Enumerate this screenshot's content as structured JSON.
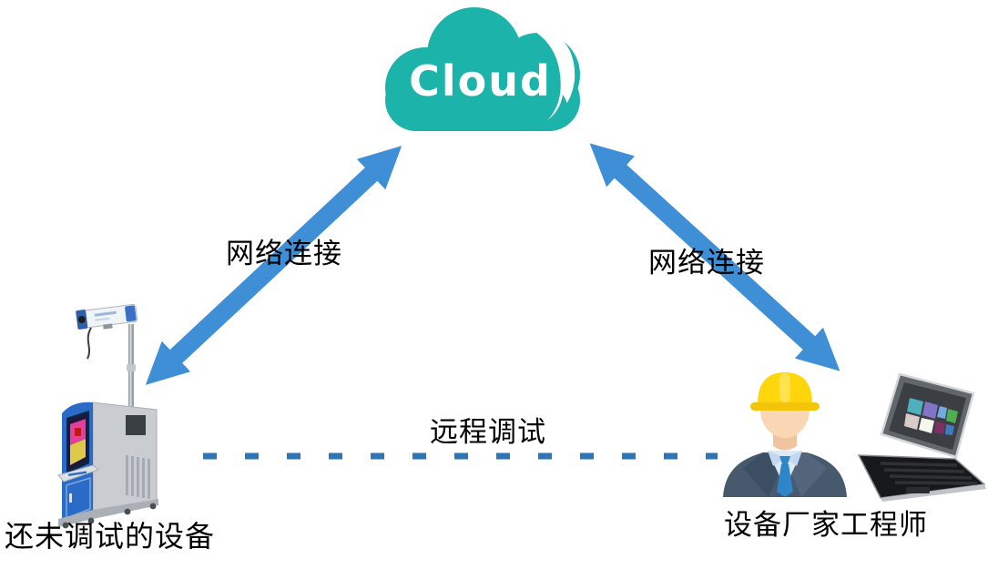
{
  "diagram": {
    "cloud": {
      "label": "Cloud"
    },
    "connections": {
      "left": {
        "label": "网络连接"
      },
      "right": {
        "label": "网络连接"
      },
      "remote": {
        "label": "远程调试"
      }
    },
    "nodes": {
      "device": {
        "label": "还未调试的设备"
      },
      "engineer": {
        "label": "设备厂家工程师"
      }
    },
    "colors": {
      "cloud_teal": "#1BB3AA",
      "arrow_blue": "#3E8FD6",
      "dash_blue": "#2E75B6",
      "hat_yellow": "#FFD60B",
      "suit_slate": "#47596C",
      "tie_blue": "#2E86C9",
      "skin": "#F9D6B4",
      "kiosk_blue": "#2B6BC8",
      "kiosk_gray": "#C9CCD1",
      "text_black": "#000000"
    }
  }
}
